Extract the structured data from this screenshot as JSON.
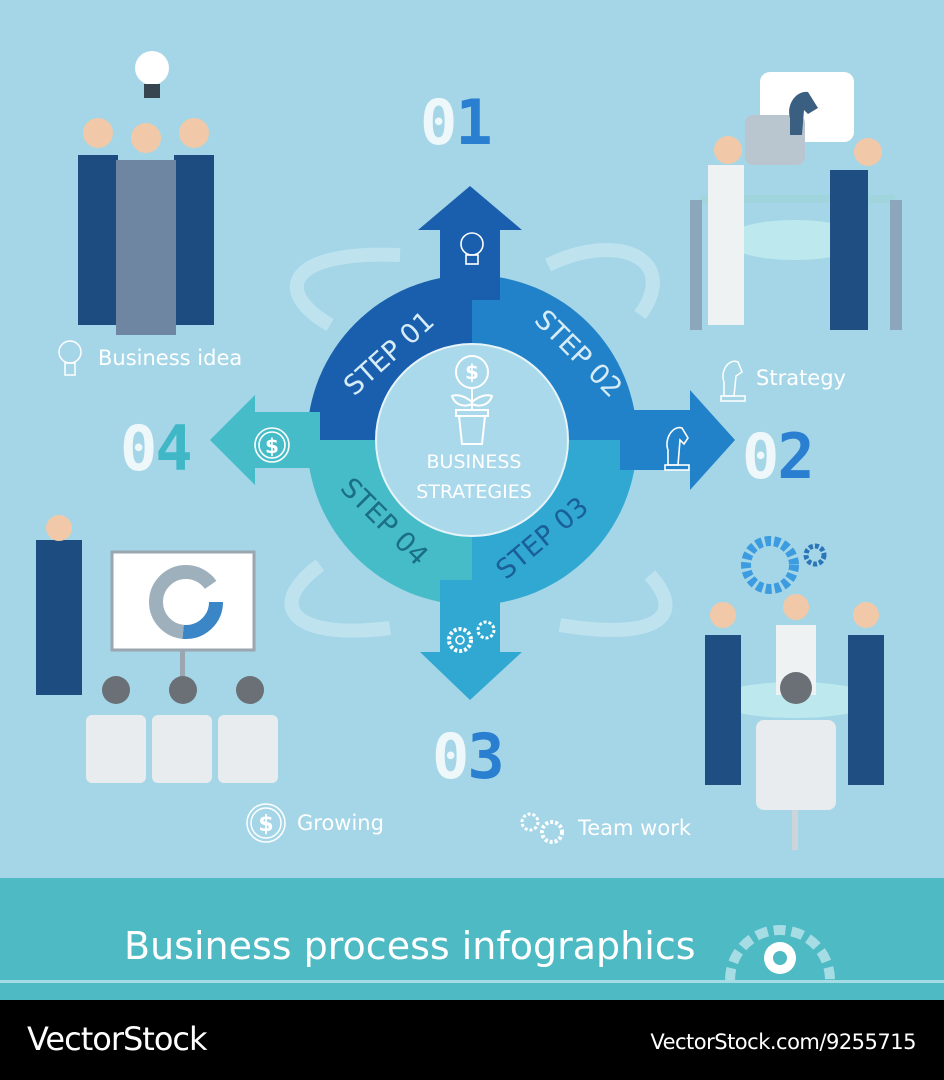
{
  "center": {
    "line1": "BUSINESS",
    "line2": "STRATEGIES"
  },
  "steps": [
    {
      "label": "STEP 01",
      "number_a": "0",
      "number_b": "1",
      "caption": "Business idea",
      "icon": "lightbulb-icon",
      "color": "#1a5fae"
    },
    {
      "label": "STEP 02",
      "number_a": "0",
      "number_b": "2",
      "caption": "Strategy",
      "icon": "chess-knight-icon",
      "color": "#2282c9"
    },
    {
      "label": "STEP 03",
      "number_a": "0",
      "number_b": "3",
      "caption": "Team work",
      "icon": "gears-icon",
      "color": "#30a8d2"
    },
    {
      "label": "STEP 04",
      "number_a": "0",
      "number_b": "4",
      "caption": "Growing",
      "icon": "dollar-coin-icon",
      "color": "#46bcc8"
    }
  ],
  "banner": {
    "title": "Business process infographics"
  },
  "footer": {
    "brand": "VectorStock",
    "url": "VectorStock.com/9255715"
  },
  "colors": {
    "background": "#a4d6e7",
    "banner": "#4dbac4",
    "accent": "#2a7fd0"
  }
}
